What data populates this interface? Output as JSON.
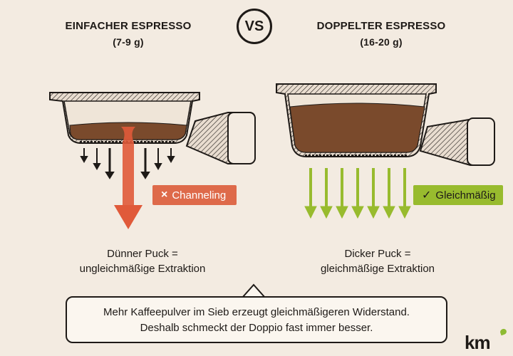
{
  "left": {
    "title": "EINFACHER ESPRESSO",
    "dose": "(7-9 g)",
    "tag": "Channeling",
    "tag_icon": "×",
    "caption_line1": "Dünner Puck =",
    "caption_line2": "ungleichmäßige Extraktion"
  },
  "vs_label": "VS",
  "right": {
    "title": "DOPPELTER ESPRESSO",
    "dose": "(16-20 g)",
    "tag": "Gleichmäßig",
    "tag_icon": "✓",
    "caption_line1": "Dicker Puck =",
    "caption_line2": "gleichmäßige Extraktion"
  },
  "note": {
    "line1": "Mehr Kaffeepulver im Sieb erzeugt gleichmäßigeren Widerstand.",
    "line2": "Deshalb schmeckt der Doppio fast immer besser."
  },
  "logo": "km",
  "colors": {
    "background": "#f3ebe1",
    "coffee": "#7a4a2c",
    "channel_arrow": "#e05a3a",
    "even_arrow": "#98bb2e",
    "ink": "#1e1a17"
  },
  "icons": [
    "x-icon",
    "check-icon",
    "arrow-down-icon"
  ]
}
